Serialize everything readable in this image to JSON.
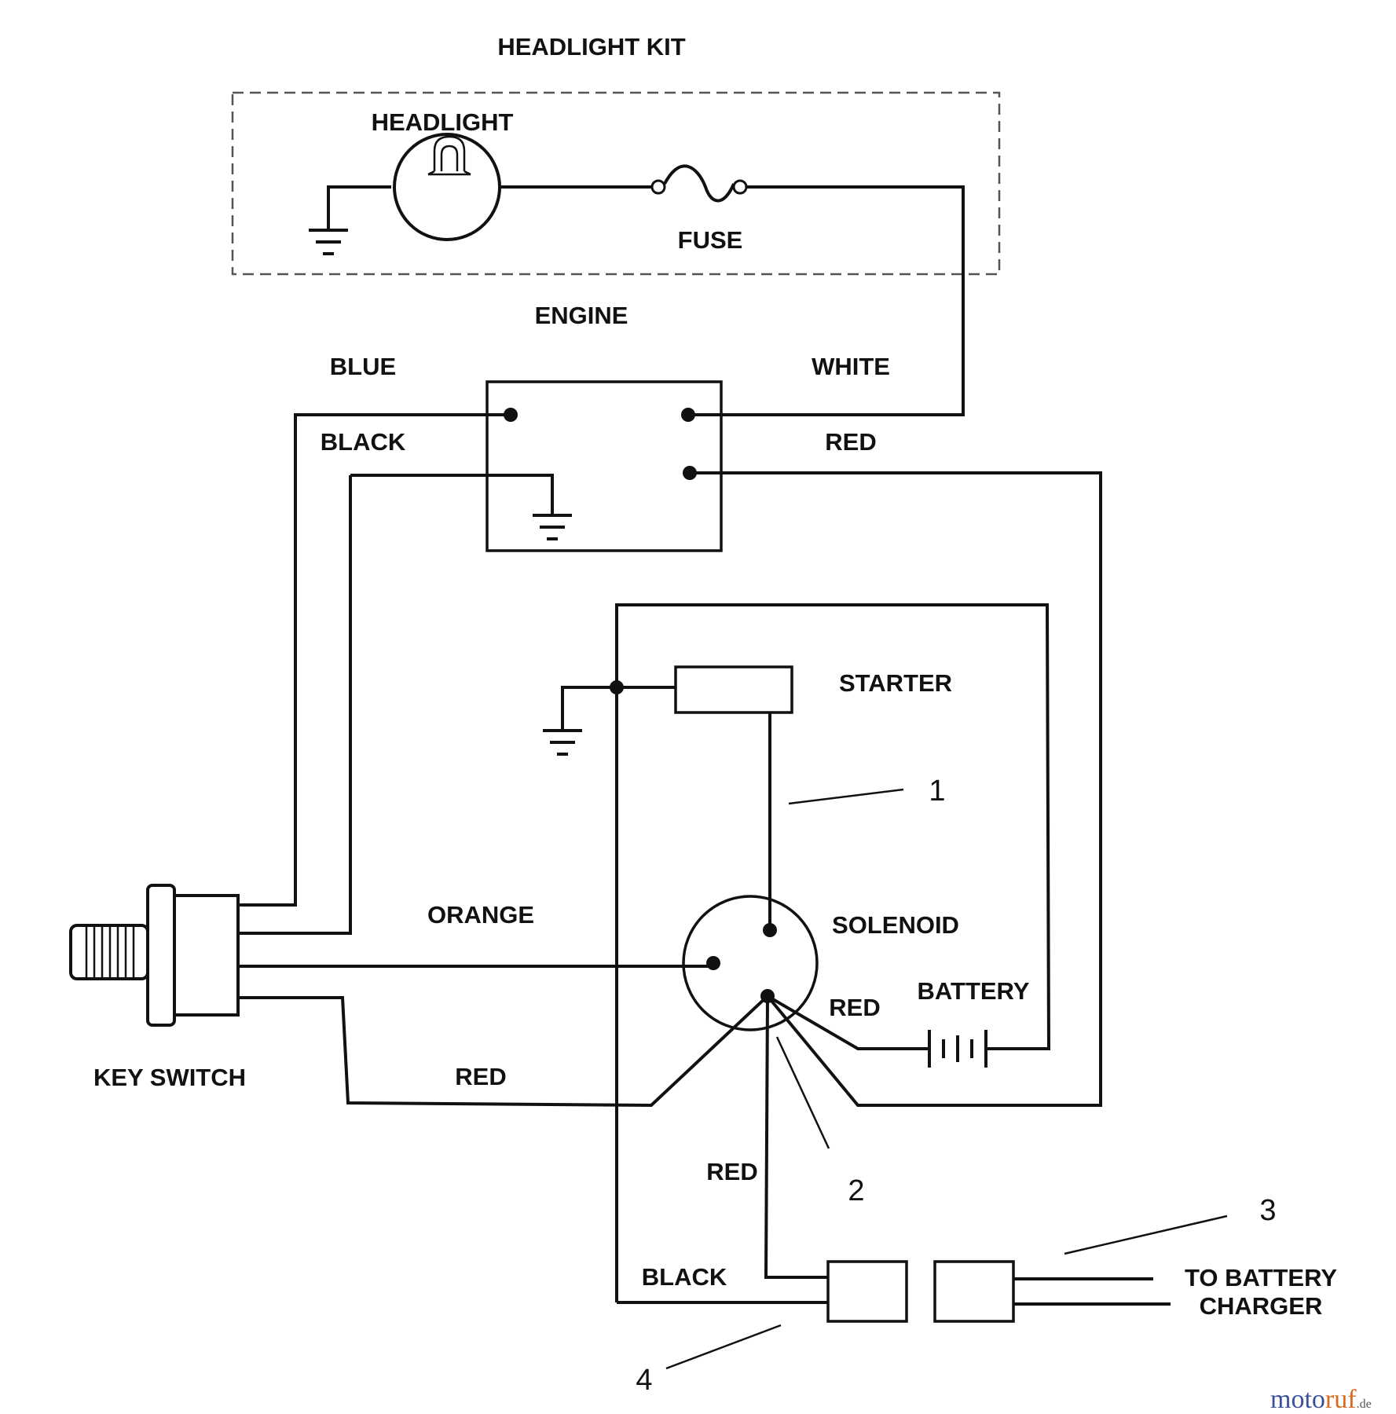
{
  "title": "HEADLIGHT KIT",
  "components": {
    "headlight": "HEADLIGHT",
    "fuse": "FUSE",
    "engine": "ENGINE",
    "starter": "STARTER",
    "solenoid": "SOLENOID",
    "battery": "BATTERY",
    "key_switch": "KEY SWITCH",
    "charger_line1": "TO BATTERY",
    "charger_line2": "CHARGER"
  },
  "wire_colors": {
    "blue": "BLUE",
    "white": "WHITE",
    "black_engine": "BLACK",
    "red_engine": "RED",
    "orange": "ORANGE",
    "red_key": "RED",
    "red_battery": "RED",
    "red_charger": "RED",
    "black_charger": "BLACK"
  },
  "callouts": [
    "1",
    "2",
    "3",
    "4"
  ],
  "watermark": {
    "brand_a": "moto",
    "brand_b": "ruf",
    "suffix": ".de"
  },
  "colors": {
    "line": "#111111",
    "background": "#ffffff",
    "watermark_blue": "#3c4f9c",
    "watermark_orange": "#d96a1f"
  }
}
